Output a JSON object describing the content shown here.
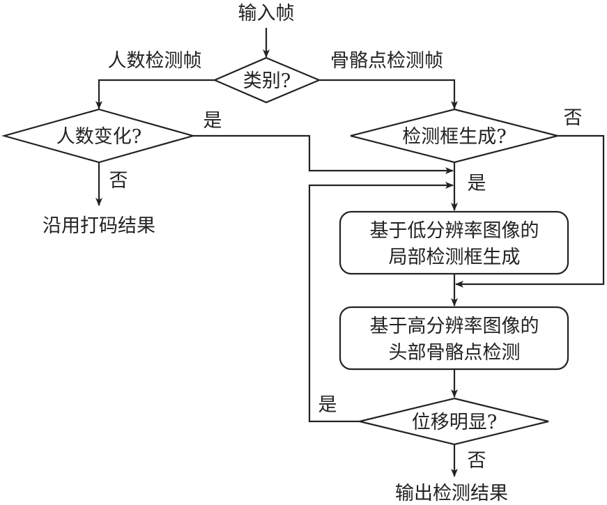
{
  "diagram": {
    "input": "输入帧",
    "category_decision": "类别?",
    "branch_left_label": "人数检测帧",
    "branch_right_label": "骨骼点检测帧",
    "count_change_decision": "人数变化?",
    "count_change_yes": "是",
    "count_change_no": "否",
    "reuse_result": "沿用打码结果",
    "box_generated_decision": "检测框生成?",
    "box_generated_no": "否",
    "box_generated_yes": "是",
    "low_res_box_line1": "基于低分辨率图像的",
    "low_res_box_line2": "局部检测框生成",
    "high_res_box_line1": "基于高分辨率图像的",
    "high_res_box_line2": "头部骨骼点检测",
    "displacement_decision": "位移明显?",
    "displacement_yes": "是",
    "displacement_no": "否",
    "output": "输出检测结果"
  },
  "colors": {
    "stroke": "#222222",
    "background": "#ffffff"
  }
}
